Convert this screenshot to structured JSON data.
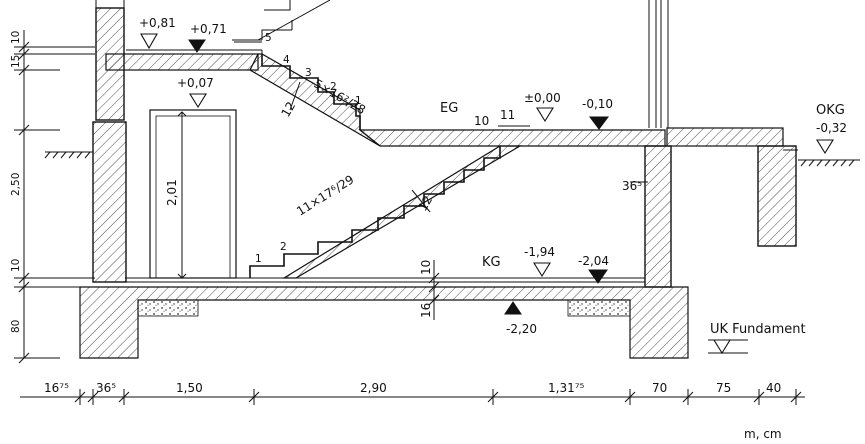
{
  "levels": {
    "top_left": "+0,81",
    "landing": "+0,71",
    "door_head": "+0,07",
    "eg_floor": "±0,00",
    "eg_slab": "-0,10",
    "okg_label": "OKG",
    "okg": "-0,32",
    "kg_floor": "-1,94",
    "kg_slab": "-2,04",
    "bottom_slab": "-2,20",
    "foundation_label": "UK Fundament"
  },
  "labels": {
    "eg": "EG",
    "kg": "KG",
    "stair_upper": "5×16²/28",
    "stair_lower": "11×17⁶/29",
    "door_height": "2,01",
    "wall_thickness": "36⁵",
    "upper_slab_thk": "12",
    "lower_slab_thk": "12",
    "slab_10": "10",
    "slab_11": "11",
    "kg_slab_10": "10",
    "kg_slab_16": "16",
    "unit": "m, cm"
  },
  "step_numbers_upper": [
    "1",
    "2",
    "3",
    "4",
    "5"
  ],
  "step_numbers_lower": [
    "1",
    "2"
  ],
  "vertical_dims": [
    "10",
    "15",
    "2,50",
    "10",
    "80"
  ],
  "horizontal_dims": [
    "16⁷⁵",
    "36⁵",
    "1,50",
    "2,90",
    "1,31⁷⁵",
    "70",
    "75",
    "40"
  ]
}
